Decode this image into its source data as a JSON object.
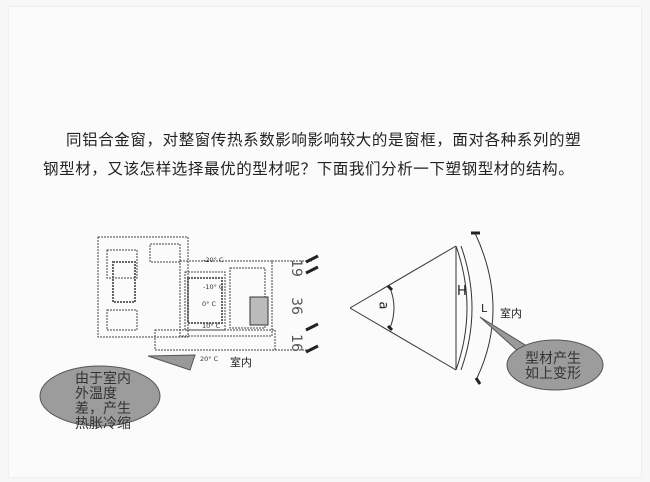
{
  "paragraph": "同铝合金窗，对整窗传热系数影响影响较大的是窗框，面对各种系列的塑钢型材，又该怎样选择最优的型材呢？下面我们分析一下塑钢型材的结构。",
  "left_figure": {
    "temperatures": [
      "-20° C",
      "-10° C",
      "0° C",
      "10° C",
      "20° C"
    ],
    "room_label": "室内",
    "dimensions": [
      "19",
      "36",
      "16"
    ],
    "callout": "由于室内外温度差，产生热胀冷缩"
  },
  "right_figure": {
    "angle_label": "a",
    "height_label": "H",
    "length_label": "L",
    "room_label": "室内",
    "callout": "型材产生如上变形"
  }
}
